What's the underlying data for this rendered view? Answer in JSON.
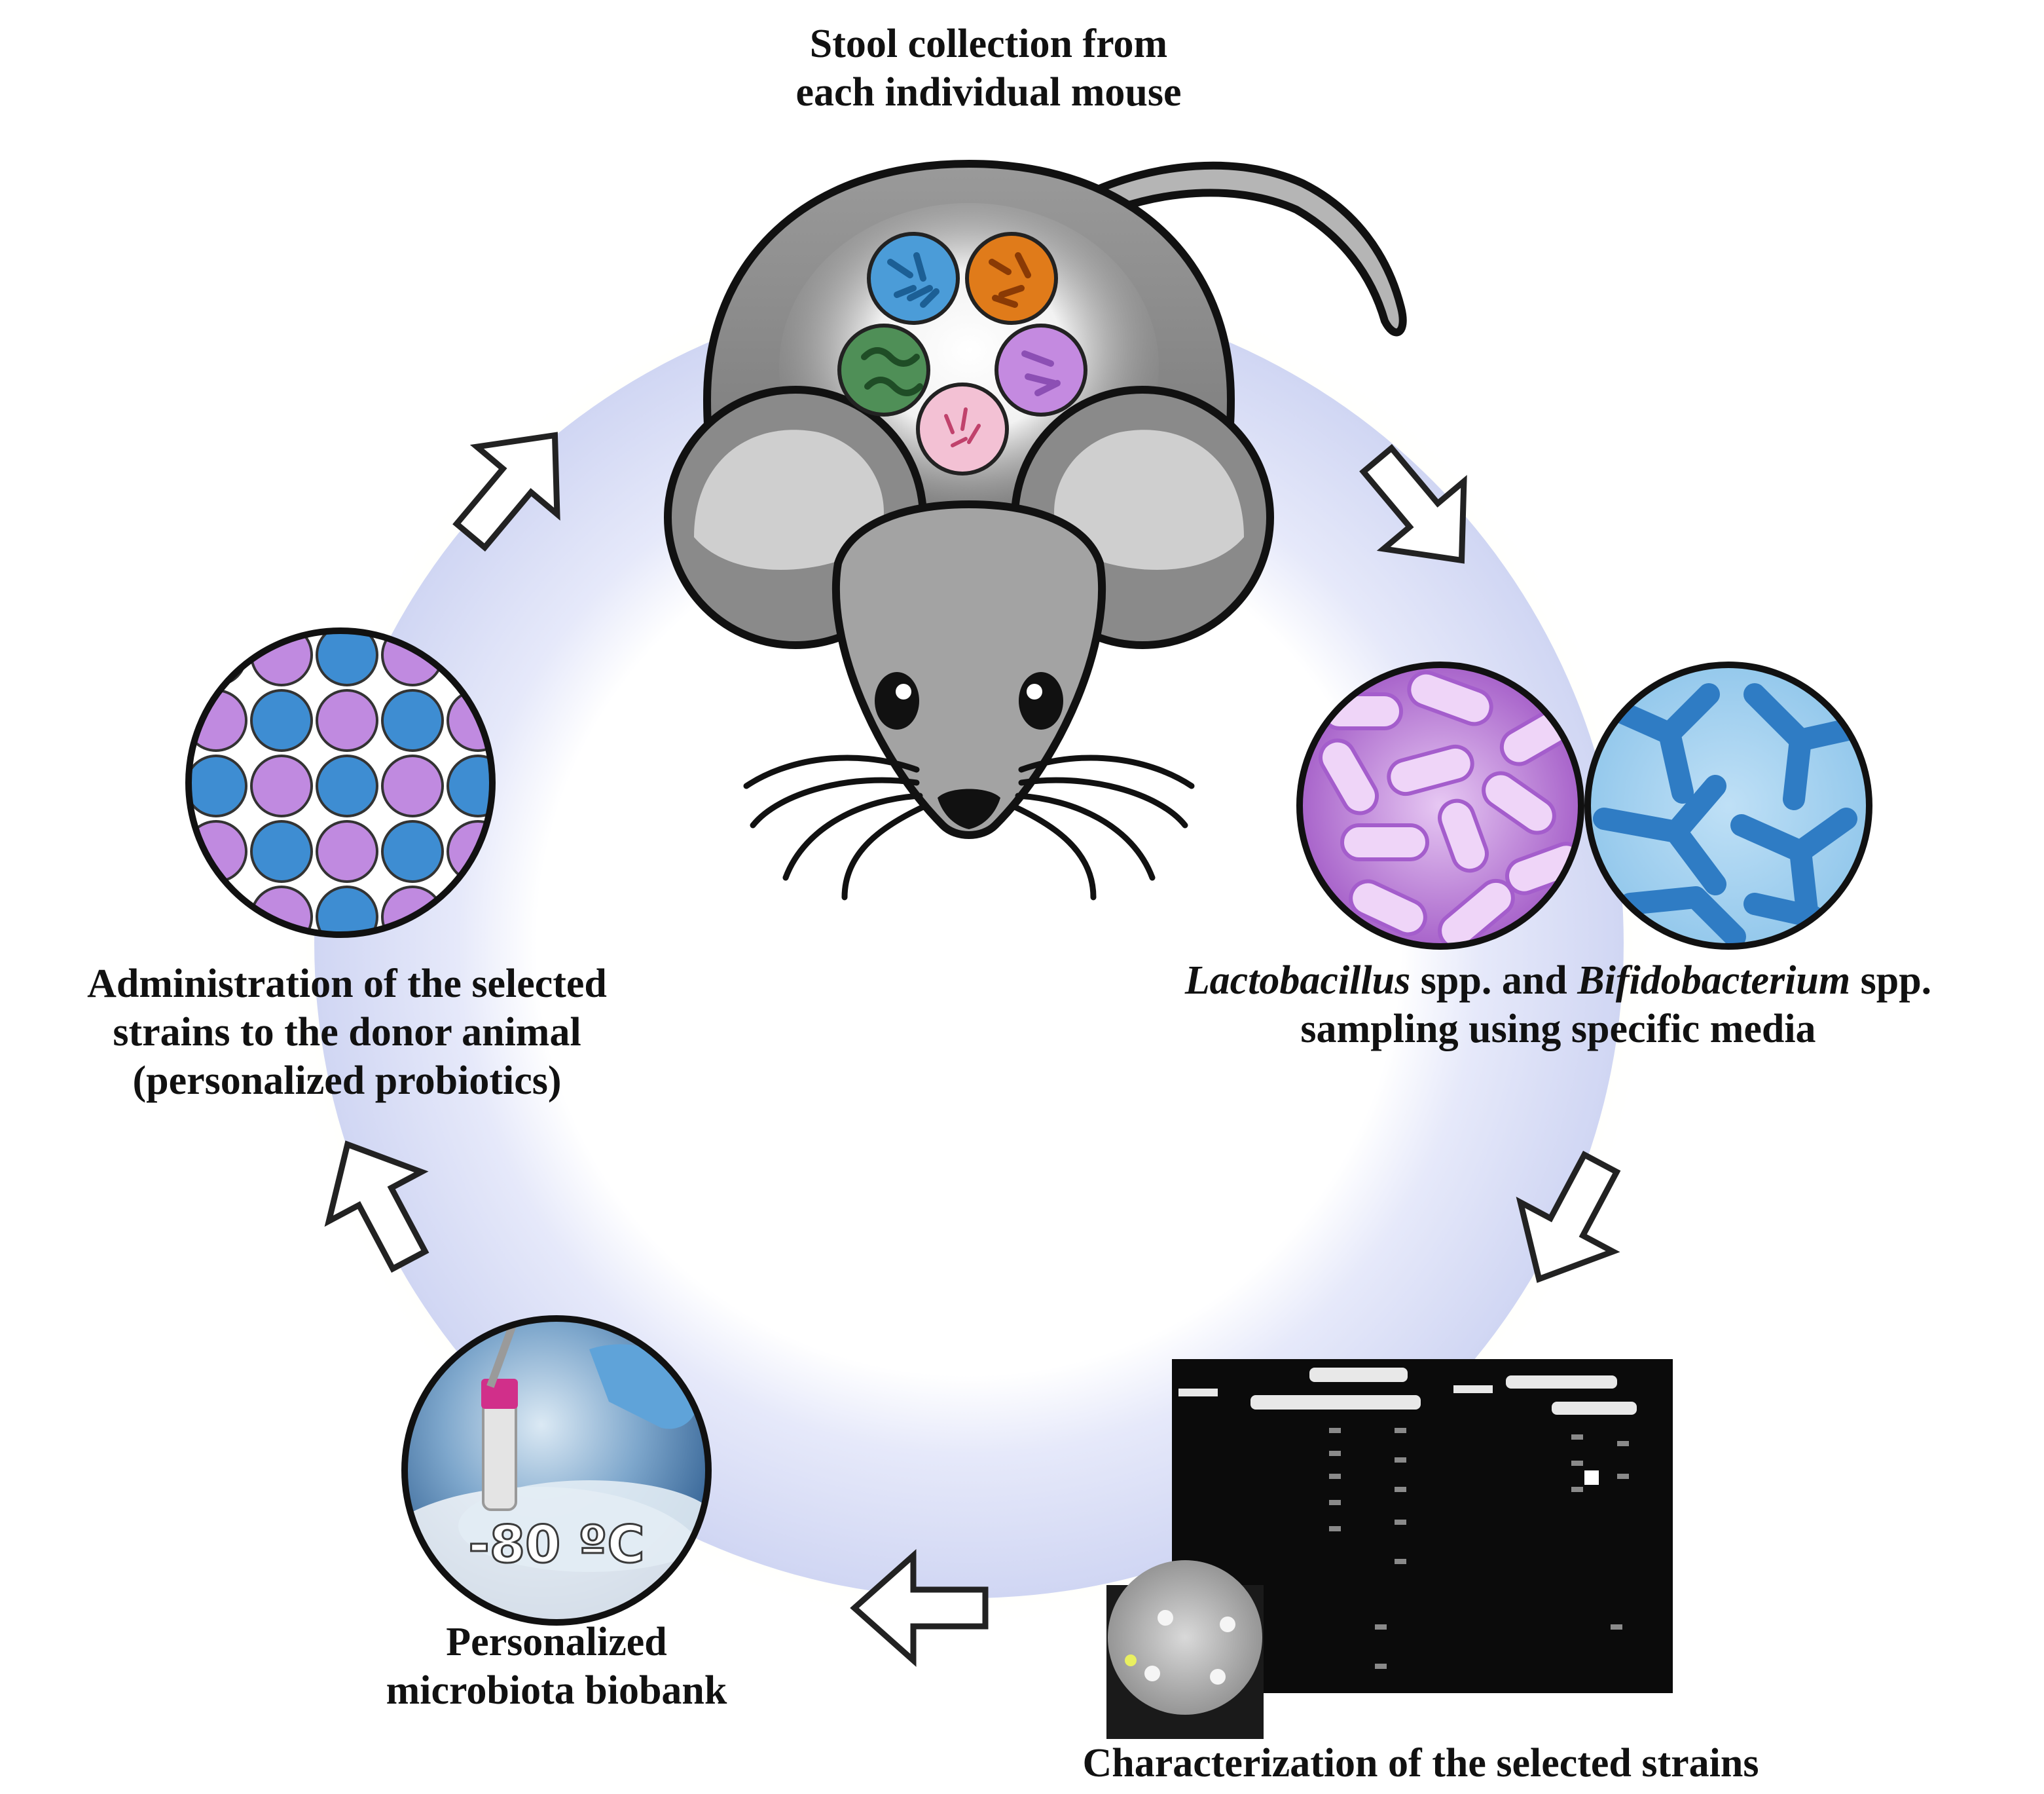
{
  "labels": {
    "stool_line1": "Stool collection from",
    "stool_line2": "each individual mouse",
    "sampling_genus1": "Lactobacillus",
    "sampling_mid": " spp. and ",
    "sampling_genus2": "Bifidobacterium",
    "sampling_end": " spp.",
    "sampling_line2": "sampling using specific media",
    "characterization": "Characterization of the selected strains",
    "biobank_line1": "Personalized",
    "biobank_line2": "microbiota biobank",
    "admin_line1": "Administration of the selected",
    "admin_line2": "strains to the donor animal",
    "admin_line3": "(personalized probiotics)",
    "temperature": "-80 ºC"
  },
  "colors": {
    "ring": "#d4daf5",
    "glow": "#fdf7b0",
    "mouse_body": "#7a7a7a",
    "mouse_face": "#a3a3a3",
    "ear_inner": "#cfcfcf",
    "lacto": "#b978d8",
    "bifido": "#3b8fd4",
    "gel_bg": "#0b0b0b",
    "arrow_fill": "#ffffff",
    "arrow_stroke": "#222222"
  }
}
